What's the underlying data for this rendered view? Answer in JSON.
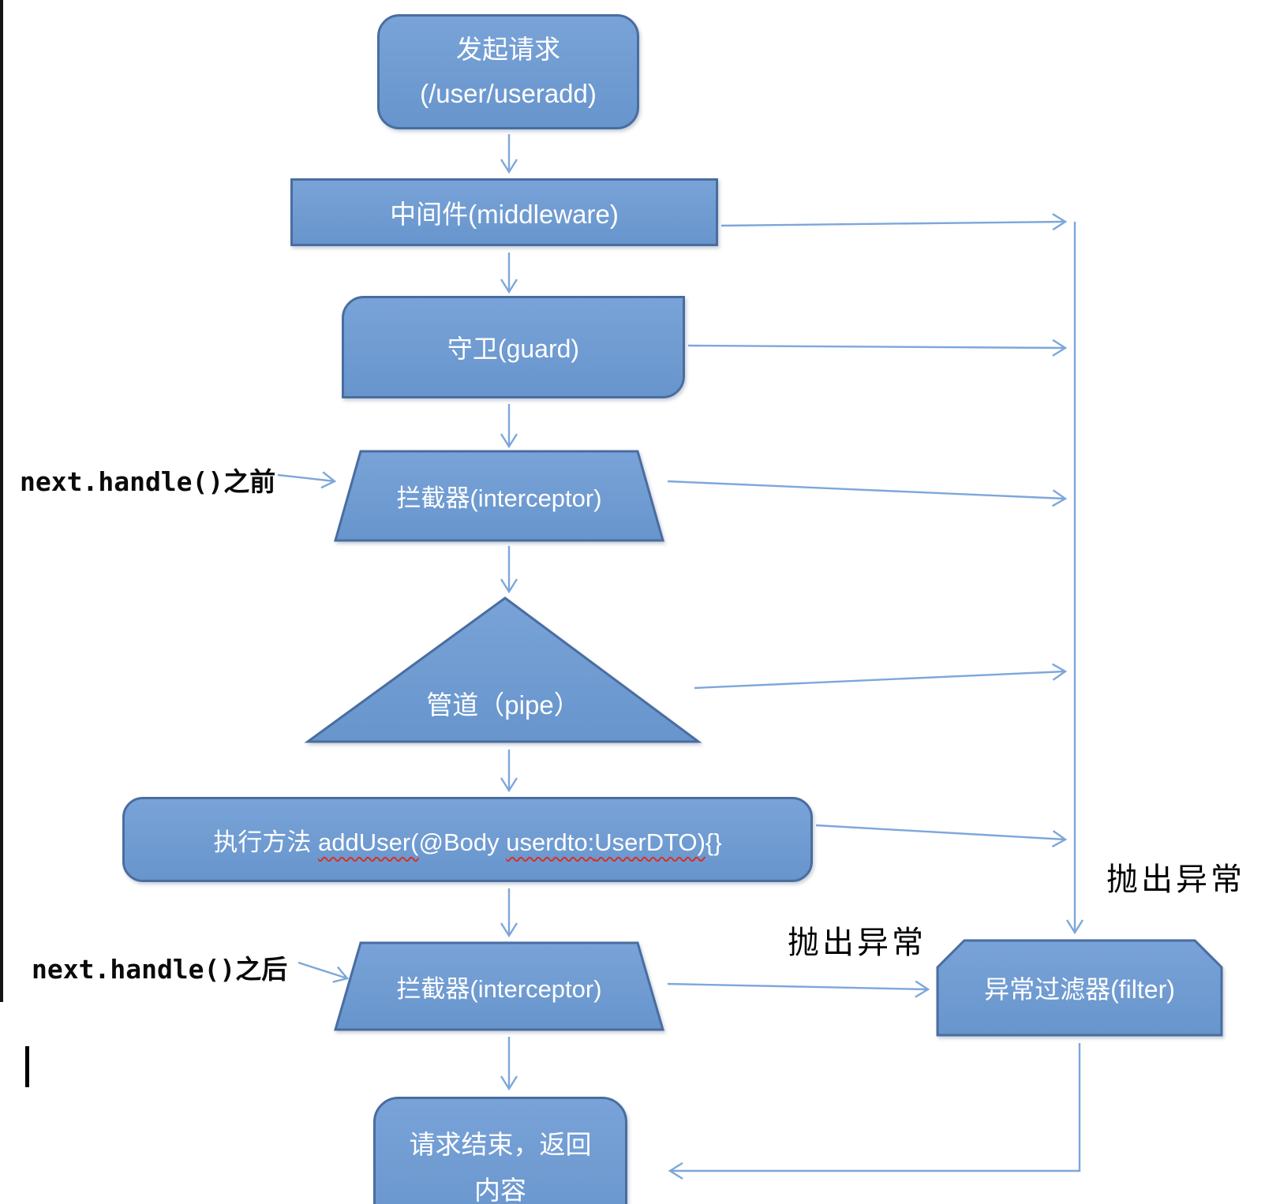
{
  "diagram": {
    "nodes": {
      "request": {
        "line1": "发起请求",
        "line2": "(/user/useradd)"
      },
      "middleware": {
        "label": "中间件(middleware)"
      },
      "guard": {
        "label": "守卫(guard)"
      },
      "interceptor_before": {
        "label": "拦截器(interceptor)"
      },
      "pipe": {
        "label": "管道（pipe）"
      },
      "method": {
        "part_prefix": "执行方法 ",
        "part_fn": "addUser(",
        "part_decorator": "@Body ",
        "part_param": "userdto:",
        "part_type": "UserDTO)",
        "part_braces": "{}"
      },
      "interceptor_after": {
        "label": "拦截器(interceptor)"
      },
      "exception_filter": {
        "label": "异常过滤器(filter)"
      },
      "end": {
        "line1": "请求结束，返回",
        "line2": "内容"
      }
    },
    "annotations": {
      "before_interceptor": "next.handle()之前",
      "after_interceptor": "next.handle()之后",
      "throw_exception_rail": "抛出异常",
      "throw_exception_mid": "抛出异常"
    },
    "colors": {
      "shape_fill_top": "#79a3d8",
      "shape_fill_bottom": "#6795cc",
      "shape_border": "#4a6da0",
      "arrow": "#7da7db",
      "text_on_shape": "#ffffff",
      "label_text": "#000000",
      "spellcheck_underline": "#d93025"
    }
  }
}
